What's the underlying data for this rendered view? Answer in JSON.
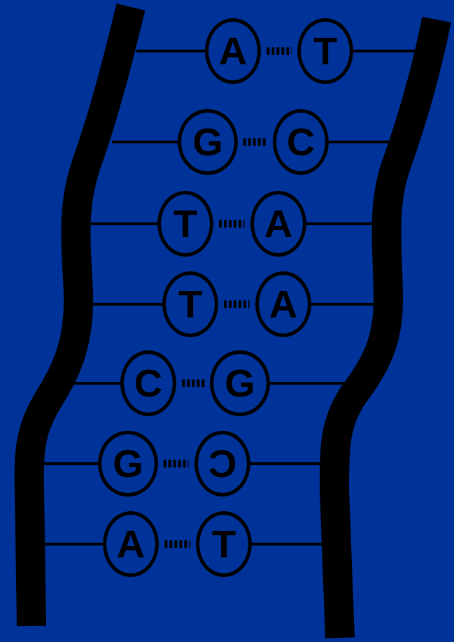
{
  "diagram": {
    "nodes": [
      {
        "text": [
          "A"
        ]
      },
      {
        "text": [
          "T"
        ]
      },
      {
        "text": [
          "G"
        ]
      },
      {
        "text": [
          "C"
        ]
      },
      {
        "text": [
          "T"
        ]
      },
      {
        "text": [
          "A"
        ]
      },
      {
        "text": [
          "T"
        ]
      },
      {
        "text": [
          "A"
        ]
      },
      {
        "text": [
          "C"
        ]
      },
      {
        "text": [
          "G"
        ]
      },
      {
        "text": [
          "G"
        ]
      },
      {
        "text": [
          "C"
        ]
      },
      {
        "text": [
          "A"
        ]
      },
      {
        "text": [
          "T"
        ]
      }
    ],
    "edges": [
      {
        "from": 0,
        "to": 1,
        "arrow": "none"
      },
      {
        "from": 2,
        "to": 3,
        "arrow": "none"
      },
      {
        "from": 4,
        "to": 5,
        "arrow": "none"
      },
      {
        "from": 6,
        "to": 7,
        "arrow": "none"
      },
      {
        "from": 8,
        "to": 9,
        "arrow": "none"
      },
      {
        "from": 10,
        "to": 11,
        "arrow": "none"
      },
      {
        "from": 12,
        "to": 13,
        "arrow": "none"
      }
    ]
  }
}
